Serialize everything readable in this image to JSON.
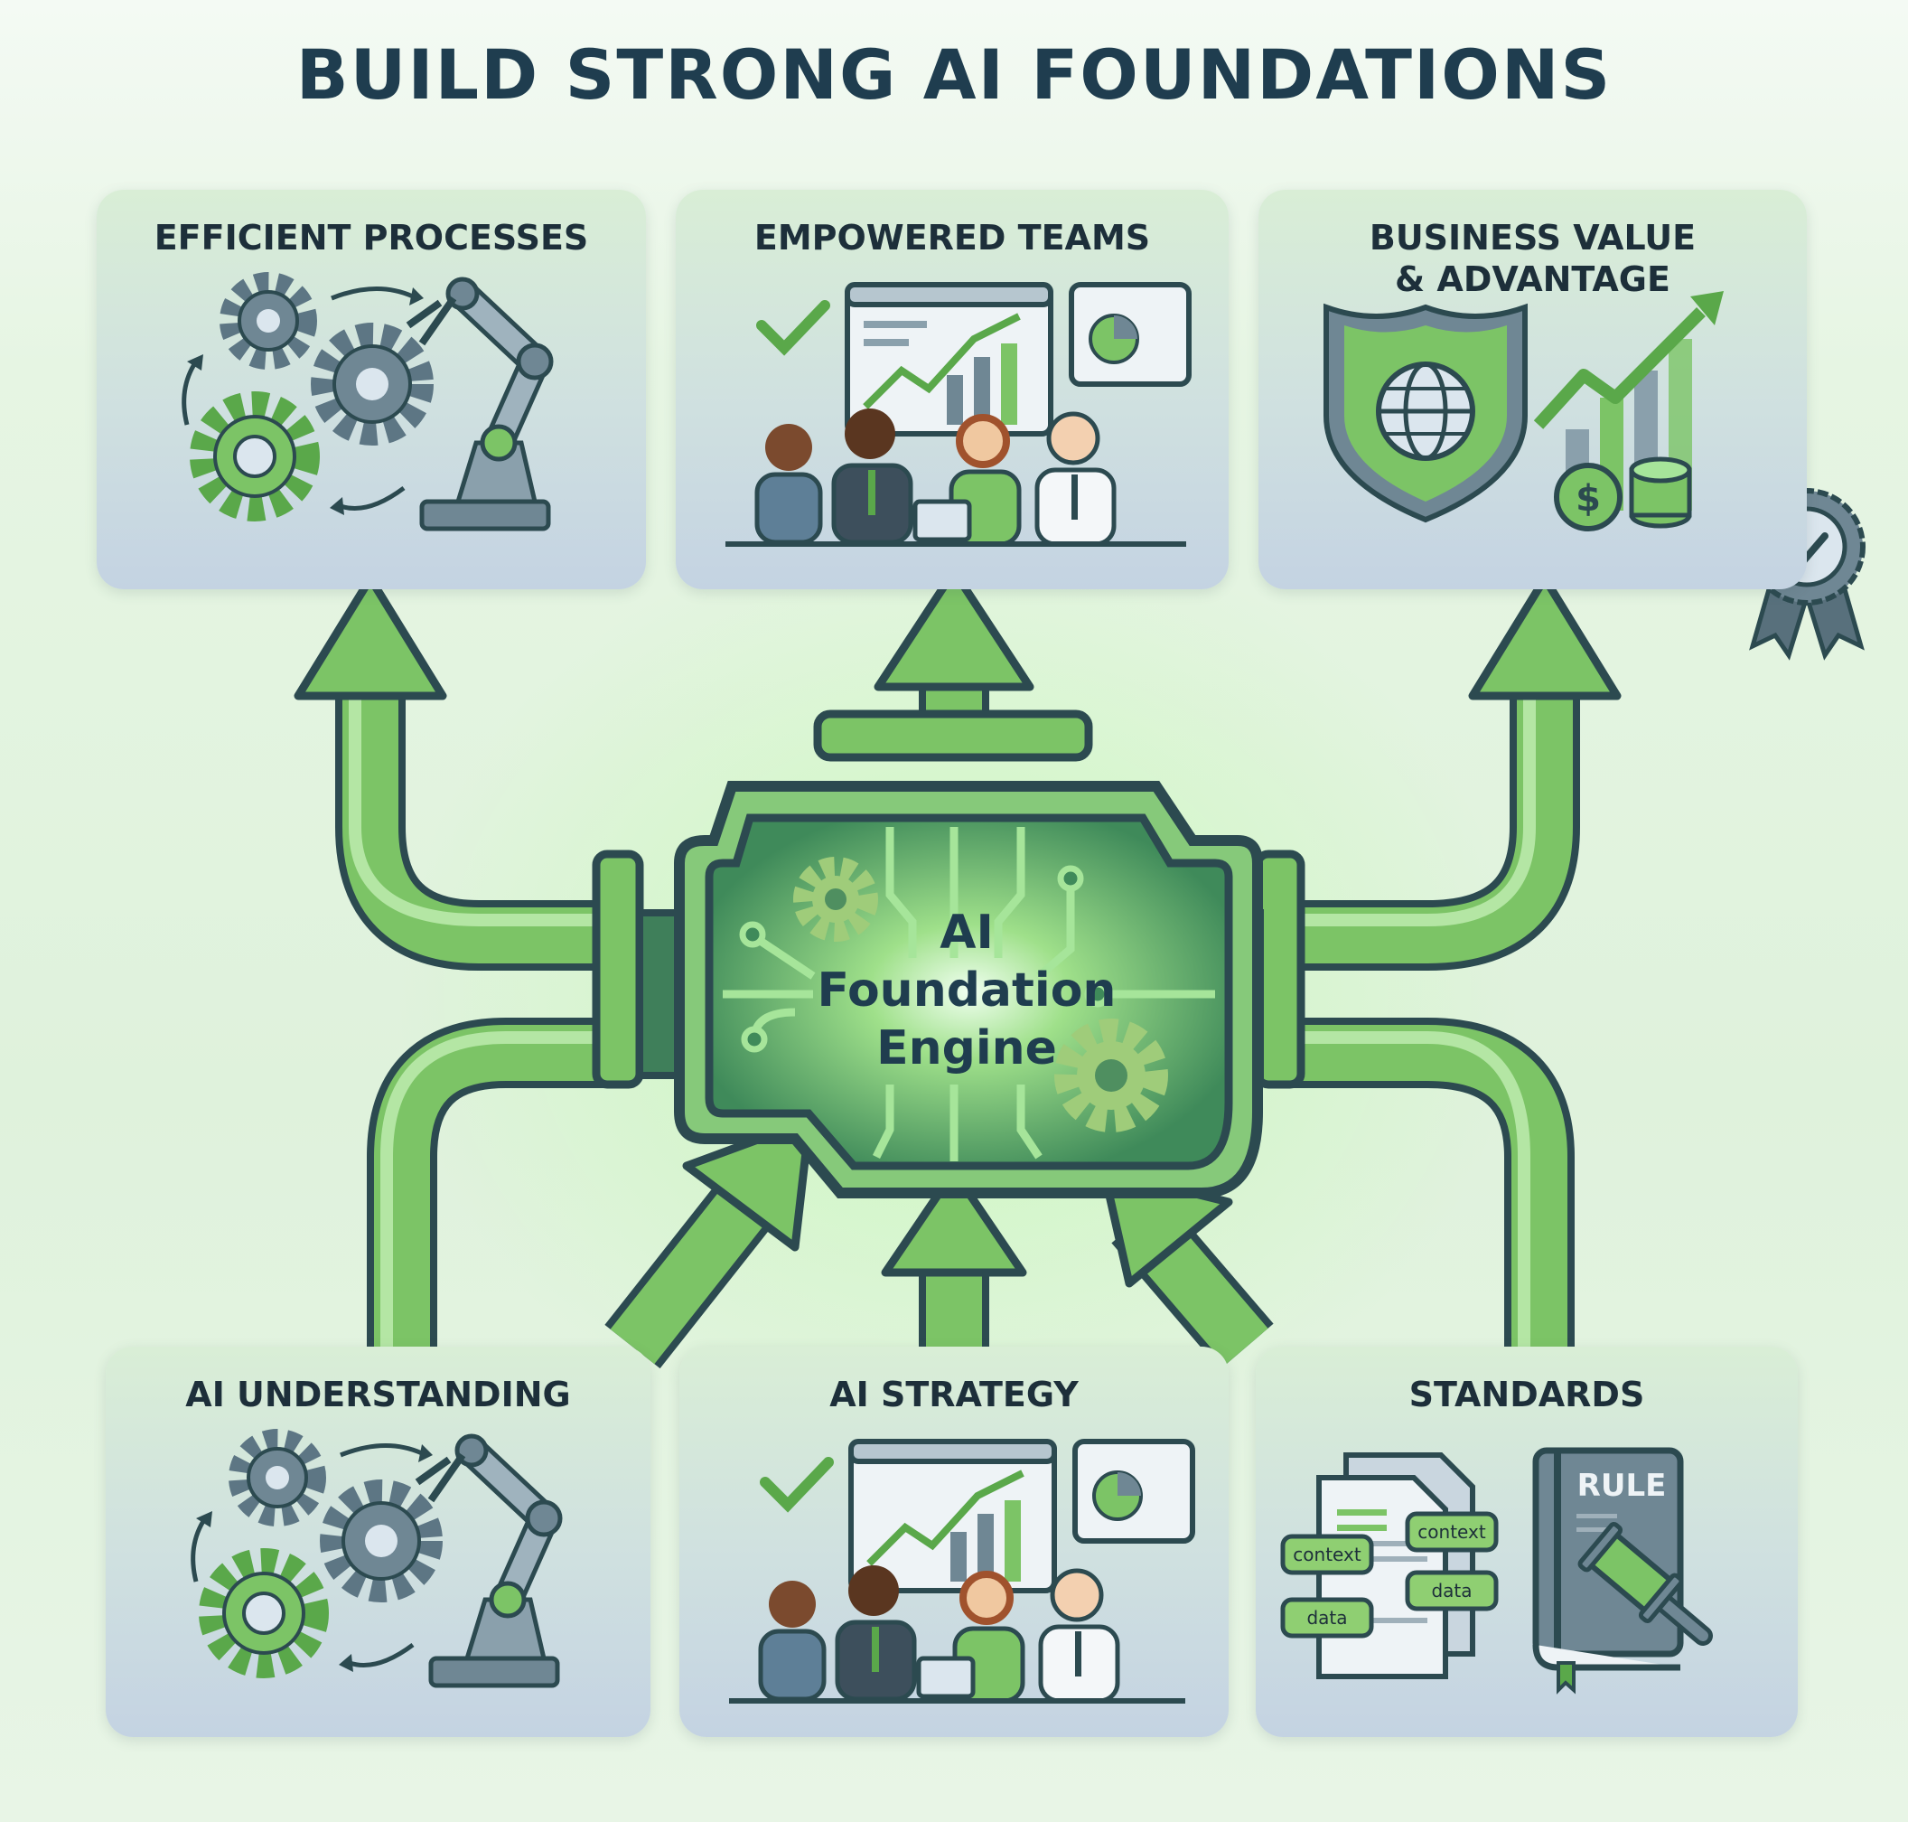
{
  "title": "BUILD STRONG AI FOUNDATIONS",
  "outputs": [
    {
      "label": "EFFICIENT PROCESSES"
    },
    {
      "label": "EMPOWERED TEAMS"
    },
    {
      "line1": "BUSINESS VALUE",
      "line2": "& ADVANTAGE",
      "currency_symbol": "$"
    }
  ],
  "engine": {
    "line1": "AI",
    "line2": "Foundation",
    "line3": "Engine"
  },
  "inputs": [
    {
      "label": "AI UNDERSTANDING"
    },
    {
      "label": "AI STRATEGY"
    },
    {
      "label": "STANDARDS",
      "tags": [
        "context",
        "context",
        "data",
        "data"
      ],
      "book_label": "RULE"
    }
  ],
  "colors": {
    "accent": "#6fbf5a",
    "dark": "#2c4a50",
    "title": "#1f3d4f",
    "card_bg": "#d3e6dc"
  }
}
